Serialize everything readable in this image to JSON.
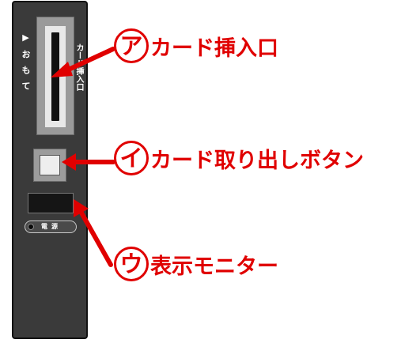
{
  "device": {
    "side_label": "▶おもて",
    "card_slot_label": "カード挿入口",
    "power_label": "電源"
  },
  "callouts": [
    {
      "letter": "ア",
      "text": "カード挿入口"
    },
    {
      "letter": "イ",
      "text": "カード取り出しボタン"
    },
    {
      "letter": "ウ",
      "text": "表示モニター"
    }
  ],
  "colors": {
    "accent": "#e00000",
    "device": "#3a3a3a",
    "frame": "#9a9a9a"
  }
}
